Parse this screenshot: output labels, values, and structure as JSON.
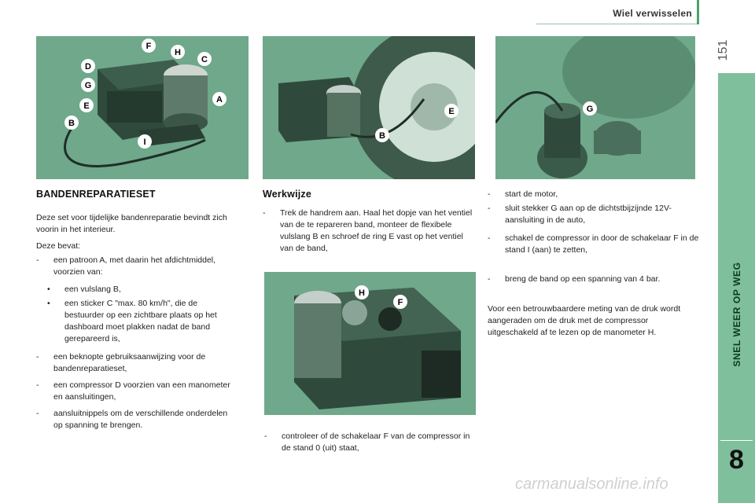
{
  "header": {
    "section_title": "Wiel verwisselen",
    "page_number": "151"
  },
  "sidebar": {
    "label": "SNEL WEER OP WEG",
    "chapter": "8"
  },
  "figures": {
    "fig1_labels": [
      "F",
      "H",
      "D",
      "C",
      "G",
      "A",
      "E",
      "B",
      "I"
    ],
    "fig2_labels": [
      "E",
      "B"
    ],
    "fig3_labels": [
      "G"
    ],
    "fig4_labels": [
      "H",
      "F"
    ]
  },
  "col1": {
    "heading": "BANDENREPARATIESET",
    "intro": "Deze set voor tijdelijke bandenreparatie bevindt zich voorin in het interieur.",
    "contains": "Deze bevat:",
    "items": [
      {
        "marker": "-",
        "text": "een patroon A, met daarin het afdichtmiddel, voorzien van:"
      },
      {
        "marker": "•",
        "text": "een vulslang B,"
      },
      {
        "marker": "•",
        "text": "een sticker C \"max. 80 km/h\", die de bestuurder op een zichtbare plaats op het dashboard moet plakken nadat de band gerepareerd is,"
      },
      {
        "marker": "-",
        "text": "een beknopte gebruiksaanwijzing voor de bandenreparatieset,"
      },
      {
        "marker": "-",
        "text": "een compressor D voorzien van een manometer en aansluitingen,"
      },
      {
        "marker": "-",
        "text": "aansluitnippels om de verschillende onderdelen op spanning te brengen."
      }
    ]
  },
  "col2": {
    "heading": "Werkwijze",
    "step1": "Trek de handrem aan. Haal het dopje van het ventiel van de te repareren band, monteer de flexibele vulslang B en schroef de ring E vast op het ventiel van de band,",
    "step2": "controleer of de schakelaar F van de compressor in de stand 0 (uit) staat,",
    "marker": "-"
  },
  "col3": {
    "steps": [
      "start de motor,",
      "sluit stekker G aan op de dichtstbijzijnde 12V-aansluiting in de auto,",
      "schakel de compressor in door de schakelaar F in de stand I (aan) te zetten,",
      "breng de band op een spanning van 4 bar."
    ],
    "marker": "-",
    "note": "Voor een betrouwbaardere meting van de druk wordt aangeraden om de druk met de compressor uitgeschakeld af te lezen op de manometer H."
  },
  "watermark": "carmanualsonline.info",
  "colors": {
    "photo_bg": "#6fa88a",
    "side_band": "#7fbf9b",
    "accent": "#4aa36a"
  }
}
